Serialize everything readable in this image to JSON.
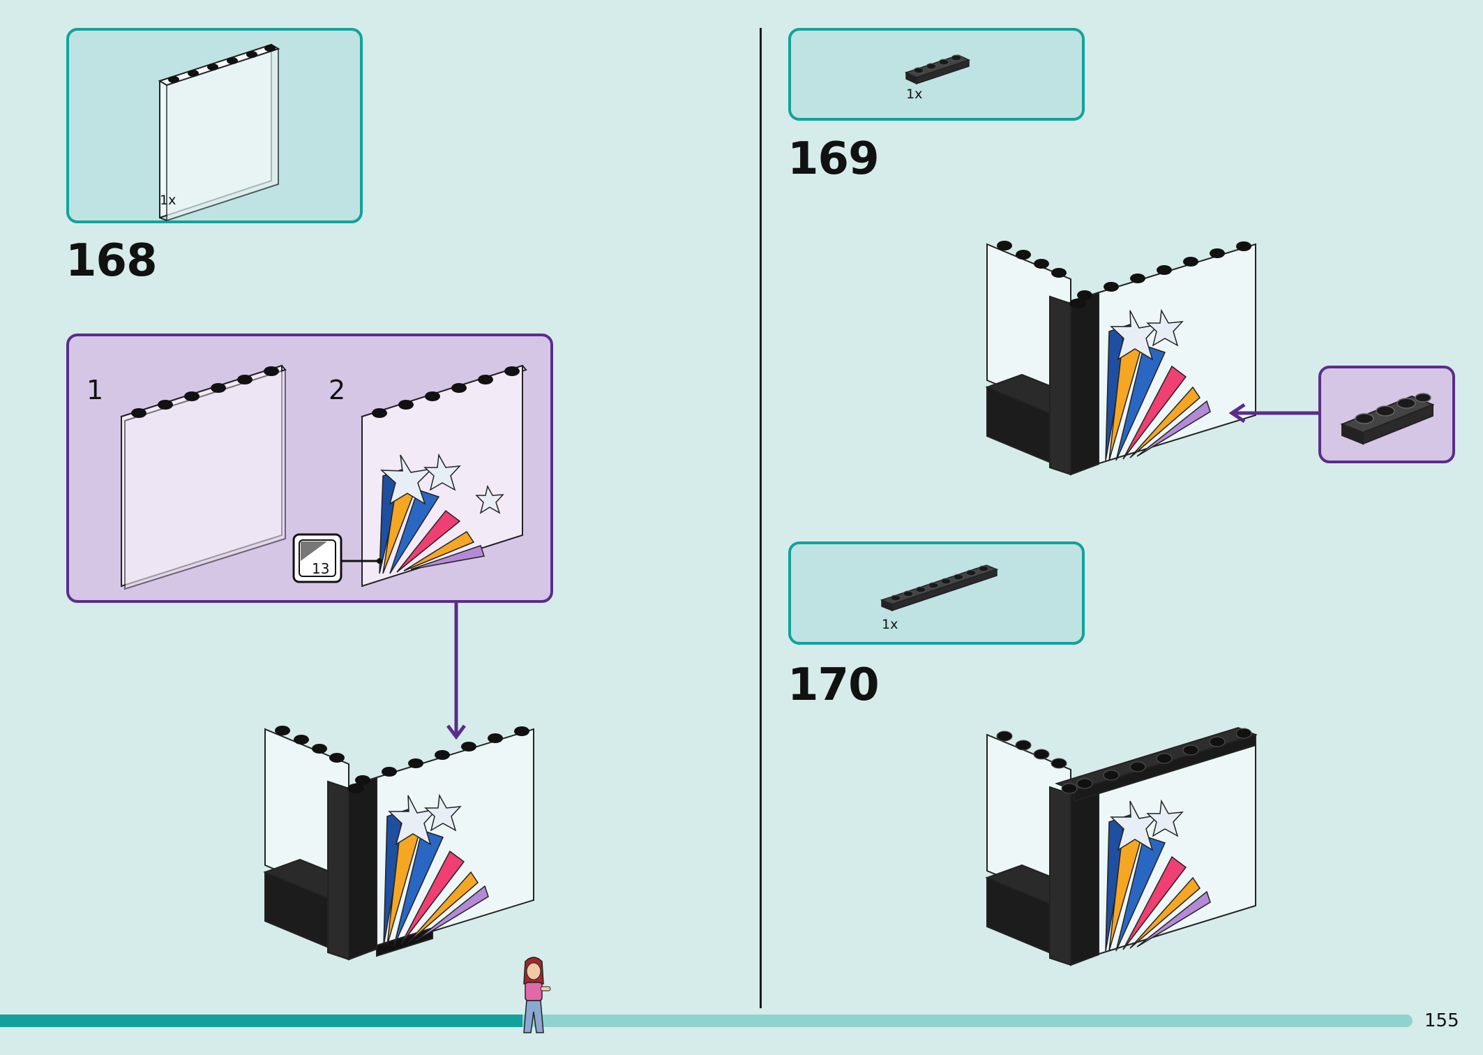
{
  "steps": {
    "s168": {
      "number": "168",
      "part_qty": "1x",
      "parts": [
        "panel-1x6x5-clear"
      ]
    },
    "s169": {
      "number": "169",
      "part_qty": "1x",
      "parts": [
        "plate-1x4-black"
      ]
    },
    "s170": {
      "number": "170",
      "part_qty": "1x",
      "parts": [
        "plate-1x8-black"
      ]
    }
  },
  "sub_build": {
    "step1_label": "1",
    "step2_label": "2",
    "sticker_number": "13"
  },
  "progress": {
    "fraction": 0.37
  },
  "page_number": "155",
  "colors": {
    "background": "#d6ecea",
    "parts_box": "#bfe3e2",
    "parts_border": "#12a29b",
    "sub_box": "#d6c6e6",
    "sub_border": "#5b2d8a",
    "progress_fill": "#12a29b"
  }
}
